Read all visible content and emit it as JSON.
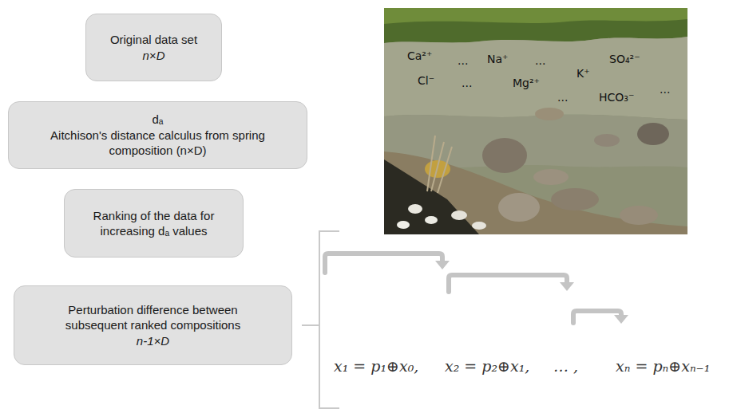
{
  "diagram": {
    "nodes": [
      {
        "text": [
          "Original data set",
          "n×D"
        ]
      },
      {
        "text": [
          "dₐ",
          "Aitchison's distance calculus from spring composition (n×D)"
        ]
      },
      {
        "text": [
          "Ranking of the data for increasing dₐ values"
        ]
      },
      {
        "text": [
          "Perturbation difference between subsequent ranked compositions",
          "n-1×D"
        ]
      }
    ],
    "labels": [
      "Ca²⁺",
      "...",
      "Na⁺",
      "...",
      "SO₄²⁻",
      "Cl⁻",
      "...",
      "K⁺",
      "Mg²⁺",
      "...",
      "...",
      "HCO₃⁻",
      "x₁ = p₁⊕x₀,",
      "x₂ = p₂⊕x₁,",
      "… ,",
      "xₙ = pₙ⊕xₙ₋₁"
    ]
  }
}
